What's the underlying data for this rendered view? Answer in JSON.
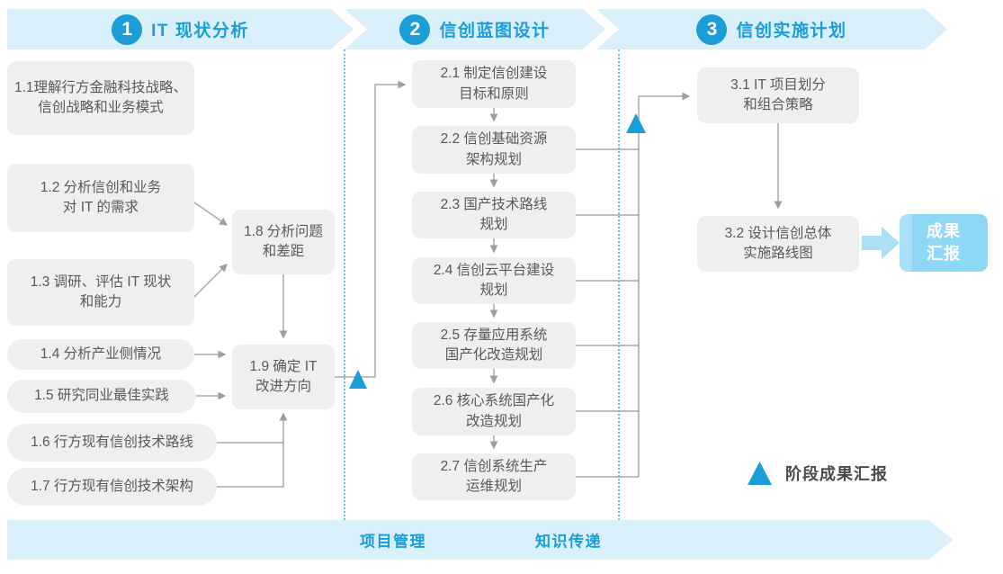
{
  "phases": [
    {
      "number": "1",
      "title": "IT 现状分析"
    },
    {
      "number": "2",
      "title": "信创蓝图设计"
    },
    {
      "number": "3",
      "title": "信创实施计划"
    }
  ],
  "boxes": {
    "b11": {
      "l1": "1.1理解行方金融科技战略、",
      "l2": "信创战略和业务模式"
    },
    "b12": {
      "l1": "1.2 分析信创和业务",
      "l2": "对 IT 的需求"
    },
    "b13": {
      "l1": "1.3 调研、评估 IT 现状",
      "l2": "和能力"
    },
    "b14": {
      "l1": "1.4 分析产业侧情况"
    },
    "b15": {
      "l1": "1.5 研究同业最佳实践"
    },
    "b16": {
      "l1": "1.6 行方现有信创技术路线"
    },
    "b17": {
      "l1": "1.7 行方现有信创技术架构"
    },
    "b18": {
      "l1": "1.8 分析问题",
      "l2": "和差距"
    },
    "b19": {
      "l1": "1.9 确定 IT",
      "l2": "改进方向"
    },
    "b21": {
      "l1": "2.1 制定信创建设",
      "l2": "目标和原则"
    },
    "b22": {
      "l1": "2.2 信创基础资源",
      "l2": "架构规划"
    },
    "b23": {
      "l1": "2.3 国产技术路线",
      "l2": "规划"
    },
    "b24": {
      "l1": "2.4 信创云平台建设",
      "l2": "规划"
    },
    "b25": {
      "l1": "2.5 存量应用系统",
      "l2": "国产化改造规划"
    },
    "b26": {
      "l1": "2.6 核心系统国产化",
      "l2": "改造规划"
    },
    "b27": {
      "l1": "2.7 信创系统生产",
      "l2": "运维规划"
    },
    "b31": {
      "l1": "3.1 IT 项目划分",
      "l2": "和组合策略"
    },
    "b32": {
      "l1": "3.2 设计信创总体",
      "l2": "实施路线图"
    }
  },
  "result_box": {
    "l1": "成果",
    "l2": "汇报"
  },
  "legend": {
    "label": "阶段成果汇报"
  },
  "footer": {
    "labels": [
      "项目管理",
      "知识传递"
    ]
  },
  "colors": {
    "accent_blue": "#1A9DD9",
    "banner_fill": "#D9EFF9",
    "box_fill": "#EFEFEF",
    "box_text": "#58595B",
    "connector_gray": "#A7A9AC",
    "result_box_fill": "#8ED8F5",
    "result_arrow_fill": "#ABDFF6",
    "divider_dotted": "#5BC6F0"
  }
}
